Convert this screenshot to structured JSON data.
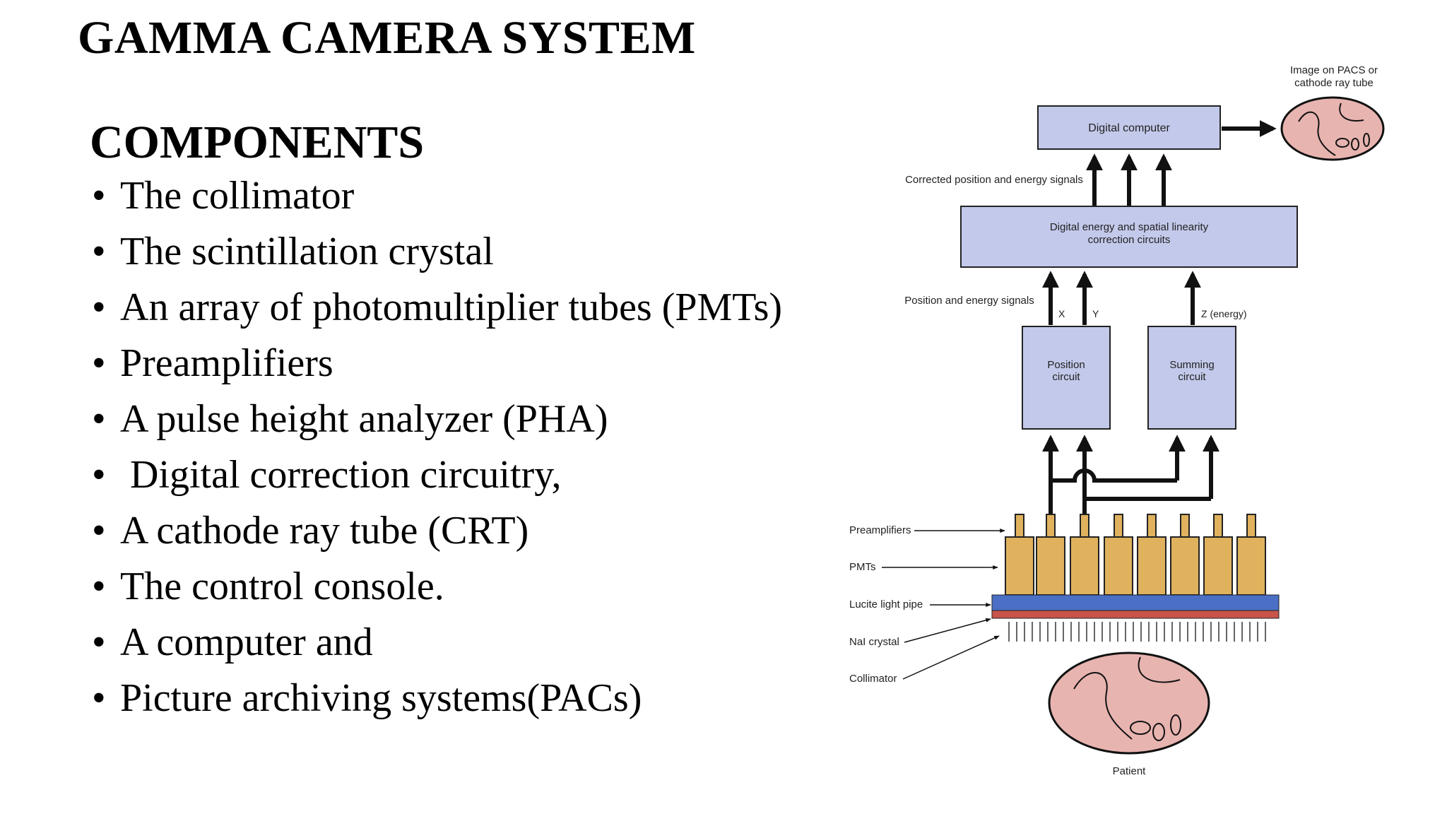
{
  "title": "GAMMA CAMERA SYSTEM",
  "section_title": "COMPONENTS",
  "bullet_glyph": "•",
  "components": [
    "The collimator",
    "The scintillation crystal",
    "An array of photomultiplier tubes (PMTs)",
    "Preamplifiers",
    "A pulse height analyzer (PHA)",
    " Digital correction circuitry,",
    "A cathode ray tube (CRT)",
    "The control console.",
    "A computer and",
    "Picture archiving systems(PACs)"
  ],
  "diagram": {
    "display_label_line1": "Image on PACS or",
    "display_label_line2": "cathode ray tube",
    "digital_computer": "Digital computer",
    "corrected_signals": "Corrected position and energy signals",
    "correction_line1": "Digital energy and spatial linearity",
    "correction_line2": "correction circuits",
    "position_energy_signals": "Position and energy signals",
    "x_label": "X",
    "y_label": "Y",
    "z_label": "Z (energy)",
    "position_line1": "Position",
    "position_line2": "circuit",
    "summing_line1": "Summing",
    "summing_line2": "circuit",
    "preamplifiers": "Preamplifiers",
    "pmts": "PMTs",
    "lucite": "Lucite light pipe",
    "crystal": "NaI crystal",
    "collimator": "Collimator",
    "patient": "Patient",
    "colors": {
      "box_fill": "#c3c9ea",
      "pmt_fill": "#e0b25e",
      "lightpipe_fill": "#4a6fc4",
      "crystal_fill": "#c8544a",
      "patient_fill": "#e8b4b0"
    }
  }
}
